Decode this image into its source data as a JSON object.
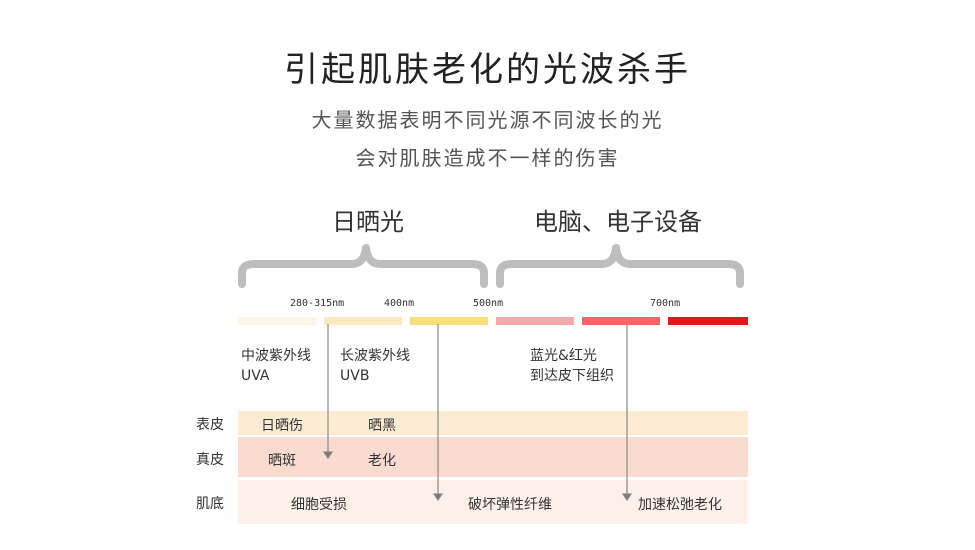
{
  "title": "引起肌肤老化的光波杀手",
  "subtitle": {
    "line1": "大量数据表明不同光源不同波长的光",
    "line2": "会对肌肤造成不一样的伤害"
  },
  "groups": {
    "sunlight": "日晒光",
    "devices": "电脑、电子设备"
  },
  "wavelengths": {
    "w1": "280-315nm",
    "w2": "400nm",
    "w3": "500nm",
    "w4": "700nm"
  },
  "spectrum_colors": [
    "#fdf5e6",
    "#fbeac1",
    "#f7df7c",
    "#f6a9a9",
    "#f26767",
    "#e61414"
  ],
  "bands": {
    "uva": {
      "line1": "中波紫外线",
      "line2": "UVA"
    },
    "uvb": {
      "line1": "长波紫外线",
      "line2": "UVB"
    },
    "blue_red": {
      "line1": "蓝光&红光",
      "line2": "到达皮下组织"
    }
  },
  "layers": {
    "epidermis": {
      "name": "表皮",
      "effects": [
        "日晒伤",
        "晒黑"
      ]
    },
    "dermis": {
      "name": "真皮",
      "effects": [
        "晒斑",
        "老化"
      ]
    },
    "subcutis": {
      "name": "肌底",
      "effects": [
        "细胞受损",
        "破坏弹性纤维",
        "加速松弛老化"
      ]
    }
  }
}
